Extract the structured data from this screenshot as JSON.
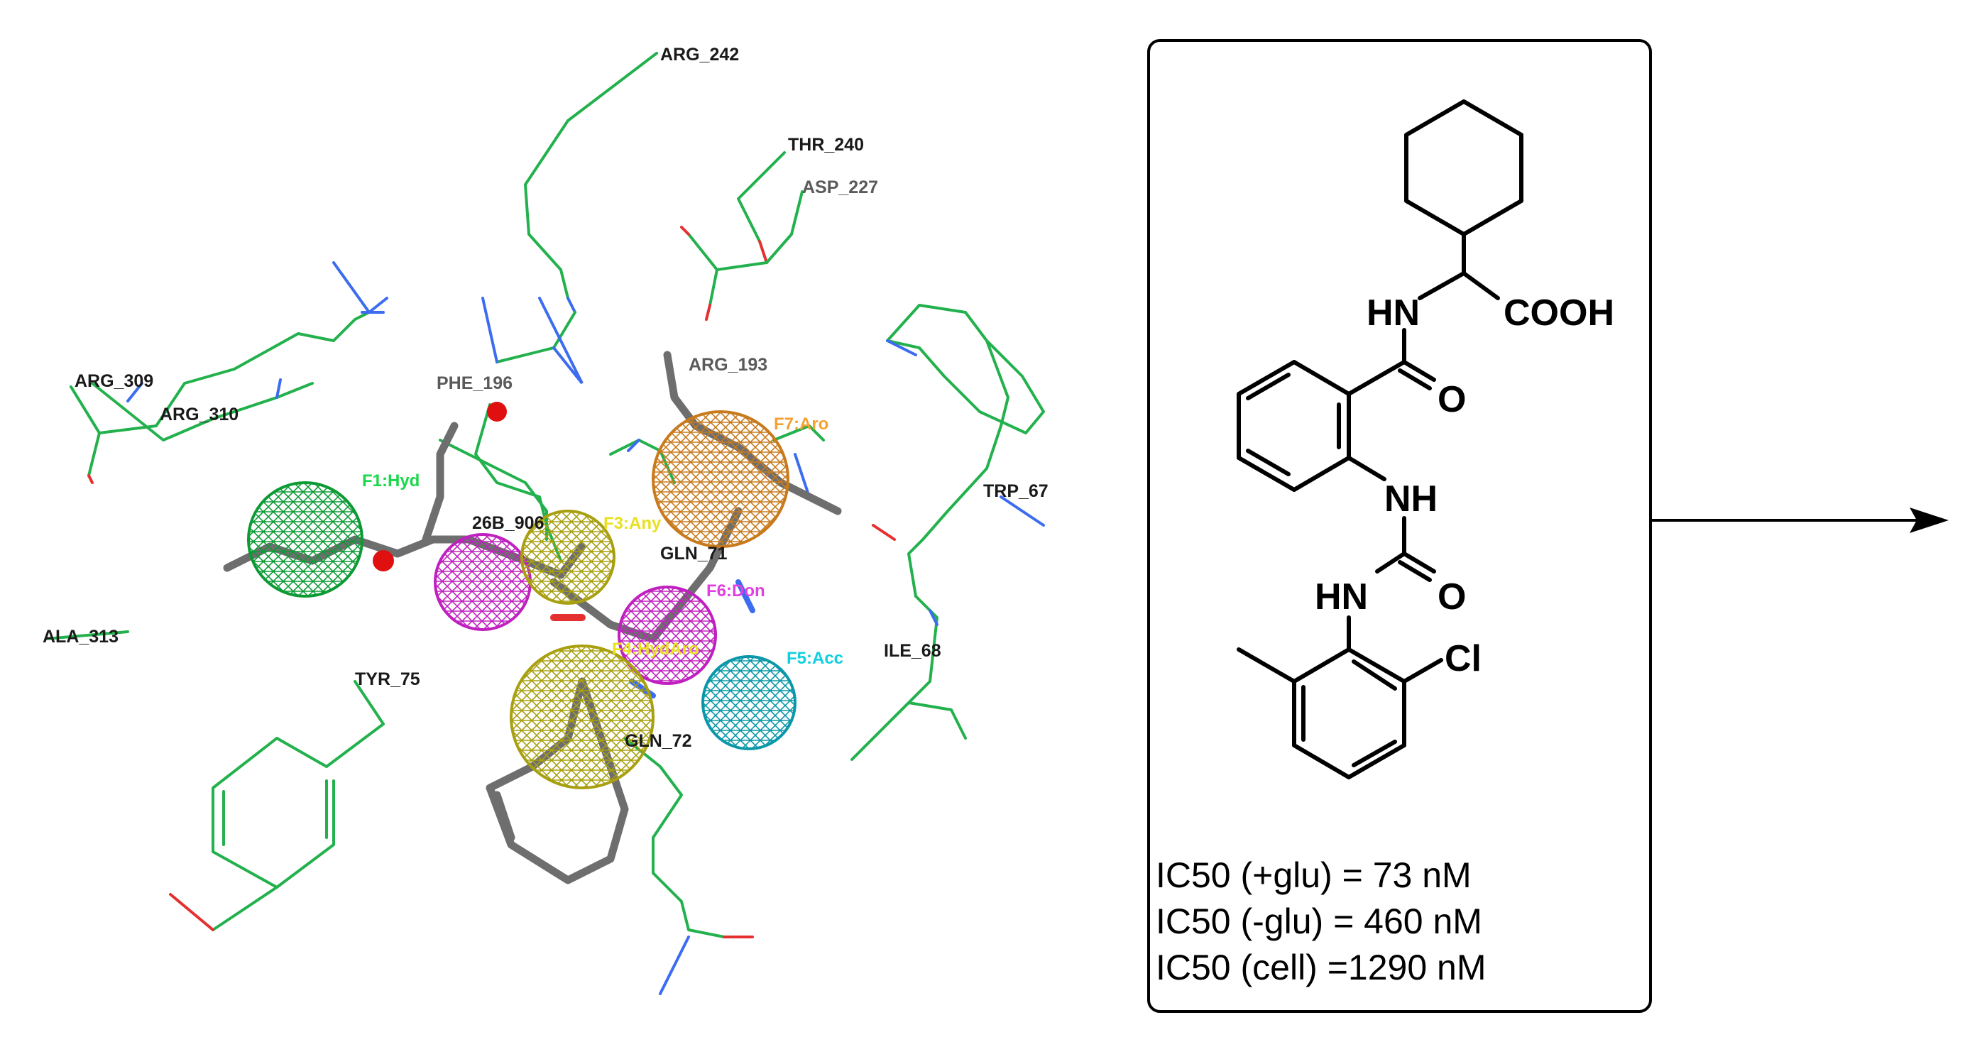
{
  "residues": [
    {
      "id": "arg242",
      "label": "ARG_242"
    },
    {
      "id": "thr240",
      "label": "THR_240"
    },
    {
      "id": "asp227",
      "label": "ASP_227"
    },
    {
      "id": "arg193",
      "label": "ARG_193"
    },
    {
      "id": "arg309",
      "label": "ARG_309"
    },
    {
      "id": "arg310",
      "label": "ARG_310"
    },
    {
      "id": "phe196",
      "label": "PHE_196"
    },
    {
      "id": "res26b",
      "label": "26B_906"
    },
    {
      "id": "gln71",
      "label": "GLN_71"
    },
    {
      "id": "trp67",
      "label": "TRP_67"
    },
    {
      "id": "ile68",
      "label": "ILE_68"
    },
    {
      "id": "ala313",
      "label": "ALA_313"
    },
    {
      "id": "tyr75",
      "label": "TYR_75"
    },
    {
      "id": "gln72",
      "label": "GLN_72"
    }
  ],
  "features": [
    {
      "id": "f1",
      "label": "F1:Hyd",
      "color": "#19d84a"
    },
    {
      "id": "f3",
      "label": "F3:Any",
      "color": "#e8e020"
    },
    {
      "id": "f4",
      "label": "F4:HydAro",
      "color": "#e8e020"
    },
    {
      "id": "f5",
      "label": "F5:Acc",
      "color": "#10d0e0"
    },
    {
      "id": "f6",
      "label": "F6:Don",
      "color": "#e040e0"
    },
    {
      "id": "f7",
      "label": "F7:Aro",
      "color": "#f5a030"
    }
  ],
  "molecule": {
    "atoms": {
      "hn_top": "HN",
      "cooh": "COOH",
      "o1": "O",
      "nh": "NH",
      "hn_urea": "HN",
      "o2": "O",
      "cl": "Cl"
    },
    "ic50": [
      "IC50 (+glu) = 73 nM",
      "IC50 (-glu) = 460 nM",
      "IC50 (cell) =1290 nM"
    ]
  },
  "colors": {
    "protein": "#22b14c",
    "ligand": "#6e6e6e",
    "nitrogen": "#3c6cf0",
    "oxygen": "#e53030"
  }
}
